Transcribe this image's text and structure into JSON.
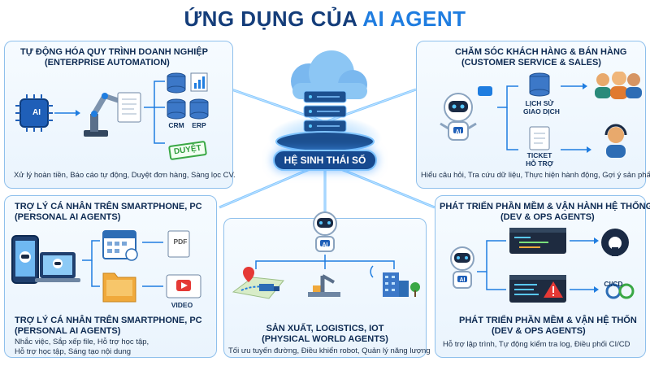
{
  "title": {
    "main": "ỨNG DỤNG CỦA",
    "accent": "AI AGENT"
  },
  "hub": {
    "label": "HỆ SINH THÁI SỐ"
  },
  "panels": {
    "enterprise": {
      "title_line1": "TỰ ĐỘNG HÓA QUY TRÌNH DOANH NGHIỆP",
      "title_line2": "(ENTERPRISE AUTOMATION)",
      "labels": {
        "ai": "AI",
        "crm": "CRM",
        "erp": "ERP",
        "approved": "DUYỆT"
      },
      "caption": "Xử lý hoàn tiền, Báo cáo tự động, Duyệt đơn hàng, Sàng lọc CV."
    },
    "customer": {
      "title_line1": "CHĂM SÓC KHÁCH HÀNG & BÁN HÀNG",
      "title_line2": "(CUSTOMER SERVICE & SALES)",
      "labels": {
        "history_1": "LỊCH SỬ",
        "history_2": "GIAO DỊCH",
        "ticket_1": "TICKET",
        "ticket_2": "HỖ TRỢ",
        "ai": "AI"
      },
      "caption": "Hiểu câu hỏi, Tra cứu dữ liệu, Thực hiện hành động, Gợi ý sản phẩm"
    },
    "personal": {
      "title_line1": "TRỢ LÝ CÁ NHÂN TRÊN SMARTPHONE, PC",
      "title_line2": "(PERSONAL AI AGENTS)",
      "labels": {
        "pdf": "PDF",
        "video": "VIDEO"
      },
      "sub_line1": "TRỢ LÝ CÁ NHÂN TRÊN SMARTPHONE, PC",
      "sub_line2": "(PERSONAL AI AGENTS)",
      "caption_line1": "Nhắc việc, Sắp xếp file, Hỗ trợ học tập,",
      "caption_line2": "Hỗ trợ học tập, Sáng tạo nội dung"
    },
    "physical": {
      "title_line1": "SẢN XUẤT, LOGISTICS, IOT",
      "title_line2": "(PHYSICAL WORLD AGENTS)",
      "labels": {
        "ai": "AI"
      },
      "caption": "Tối ưu tuyến đường, Điều khiển robot, Quản lý năng lượng"
    },
    "devops": {
      "title_line1": "PHÁT TRIỂN PHẦN MỀM & VẬN HÀNH HỆ THỐNG",
      "title_line2": "(DEV & OPS AGENTS)",
      "labels": {
        "cicd": "CI/CD",
        "ai": "AI"
      },
      "sub_line1": "PHÁT TRIỂN PHẦN MỀM & VẬN HỆ THỐN",
      "sub_line2": "(DEV & OPS AGENTS)",
      "caption": "Hỗ trợ lập trình, Tự động kiểm tra log, Điều phối CI/CD"
    }
  },
  "colors": {
    "primary": "#143d7a",
    "accent": "#1f7de0",
    "border": "#8fc0ec",
    "glow": "#58b4ff"
  }
}
